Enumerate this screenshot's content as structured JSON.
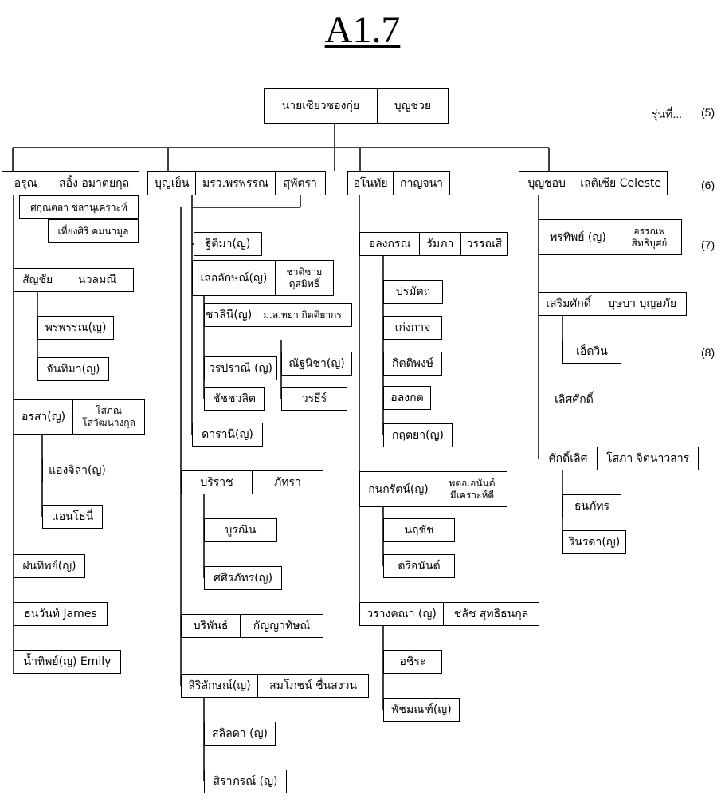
{
  "title": "A1.7",
  "generation_header": "รุ่นที่...",
  "generations": [
    "(5)",
    "(6)",
    "(7)",
    "(8)"
  ],
  "nodes": {
    "root": [
      "นายเซียวซองกุ่ย",
      "บุญช่วย"
    ],
    "arun": [
      "อรุณ",
      "สอิ้ง อมาตยกุล"
    ],
    "arun_w2": [
      "ศกุณตลา ชลานุเคราะห์"
    ],
    "arun_w3": [
      "เที่ยงศิริ คมนามูล"
    ],
    "sanchai": [
      "สัญชัย",
      "นวลมณี"
    ],
    "phonphan1": [
      "พรพรรณ(ญ)"
    ],
    "chanthima": [
      "จันทิมา(ญ)"
    ],
    "orasa": [
      "อรสา(ญ)",
      "โสภณ",
      "โสวัฒนางกูล"
    ],
    "angela": [
      "แองจิล่า(ญ)"
    ],
    "anthony": [
      "แอนโธนี่"
    ],
    "fonthip": [
      "ฝนทิพย์(ญ)"
    ],
    "thanawan": [
      "ธนวันท์ James"
    ],
    "namthip": [
      "น้ำทิพย์(ญ) Emily"
    ],
    "bunyen": [
      "บุญเย็น",
      "มรว.พรพรรณ",
      "สุพัตรา"
    ],
    "thitima": [
      "ฐิติมา(ญ)"
    ],
    "leolak": [
      "เลอลักษณ์(ญ)",
      "ชาติชาย",
      "ดุสมิทธิ์"
    ],
    "chalinee": [
      "ชาลินี(ญ)",
      "ม.ล.ทยา กิตติยากร"
    ],
    "nathnicha": [
      "ณัฐนิชา(ญ)"
    ],
    "worapranee": [
      "วรปราณี (ญ)"
    ],
    "watcharee": [
      "วรธีร์"
    ],
    "chatchawalit": [
      "ชัชชวลิต"
    ],
    "daranee": [
      "ดารานี(ญ)"
    ],
    "boriraj": [
      "บริราช",
      "ภัทรา"
    ],
    "boonin": [
      "บูรณิน"
    ],
    "sasiphat": [
      "ศศิรภัทร(ญ)"
    ],
    "boriphan": [
      "บริพันธ์",
      "กัญญาทัษณ์"
    ],
    "sirilak": [
      "สิริลักษณ์(ญ)",
      "สมโภชน์  ชื่นสงวน"
    ],
    "salinda": [
      "สลิลดา (ญ)"
    ],
    "siraphon": [
      "สิราภรณ์ (ญ)"
    ],
    "anothai": [
      "อโนทัย",
      "กาญจนา"
    ],
    "alongkorn": [
      "อลงกรณ",
      "รัมภา",
      "วรรณสี"
    ],
    "pramat": [
      "ปรมัตถ"
    ],
    "kengkat": [
      "เก่งกาจ"
    ],
    "kittipong": [
      "กิตติพงษ์"
    ],
    "alongkot": [
      "อลงกต"
    ],
    "kritaya": [
      "กฤตยา(ญ)"
    ],
    "kanokrat": [
      "กนกรัตน์(ญ)",
      "พตอ.อนันต์",
      "มีเคราะห์ดี"
    ],
    "natthachat": [
      "นฤชัช"
    ],
    "treenan": [
      "ตรีอนันต์"
    ],
    "warangkana": [
      "วรางคณา (ญ)",
      "ชลัช สุทธิธนกุล"
    ],
    "achira": [
      "อชิระ"
    ],
    "phatchamon": [
      "พัชมณฑ์(ญ)"
    ],
    "bunchob": [
      "บุญชอบ",
      "เลติเซีย Celeste"
    ],
    "porntip": [
      "พรทิพย์ (ญ)",
      "อรรณพ",
      "สิทธิบุศย์"
    ],
    "sermsak": [
      "เสริมศักดิ์",
      "บุษบา บุญอภัย"
    ],
    "edwin": [
      "เอ็ดวิน"
    ],
    "lertsak": [
      "เลิศศักดิ์"
    ],
    "saklert": [
      "ศักดิ์เลิศ",
      "โสภา จิตนาวสาร"
    ],
    "thanaphat": [
      "ธนภัทร"
    ],
    "rinrada": [
      "รินรดา(ญ)"
    ]
  }
}
